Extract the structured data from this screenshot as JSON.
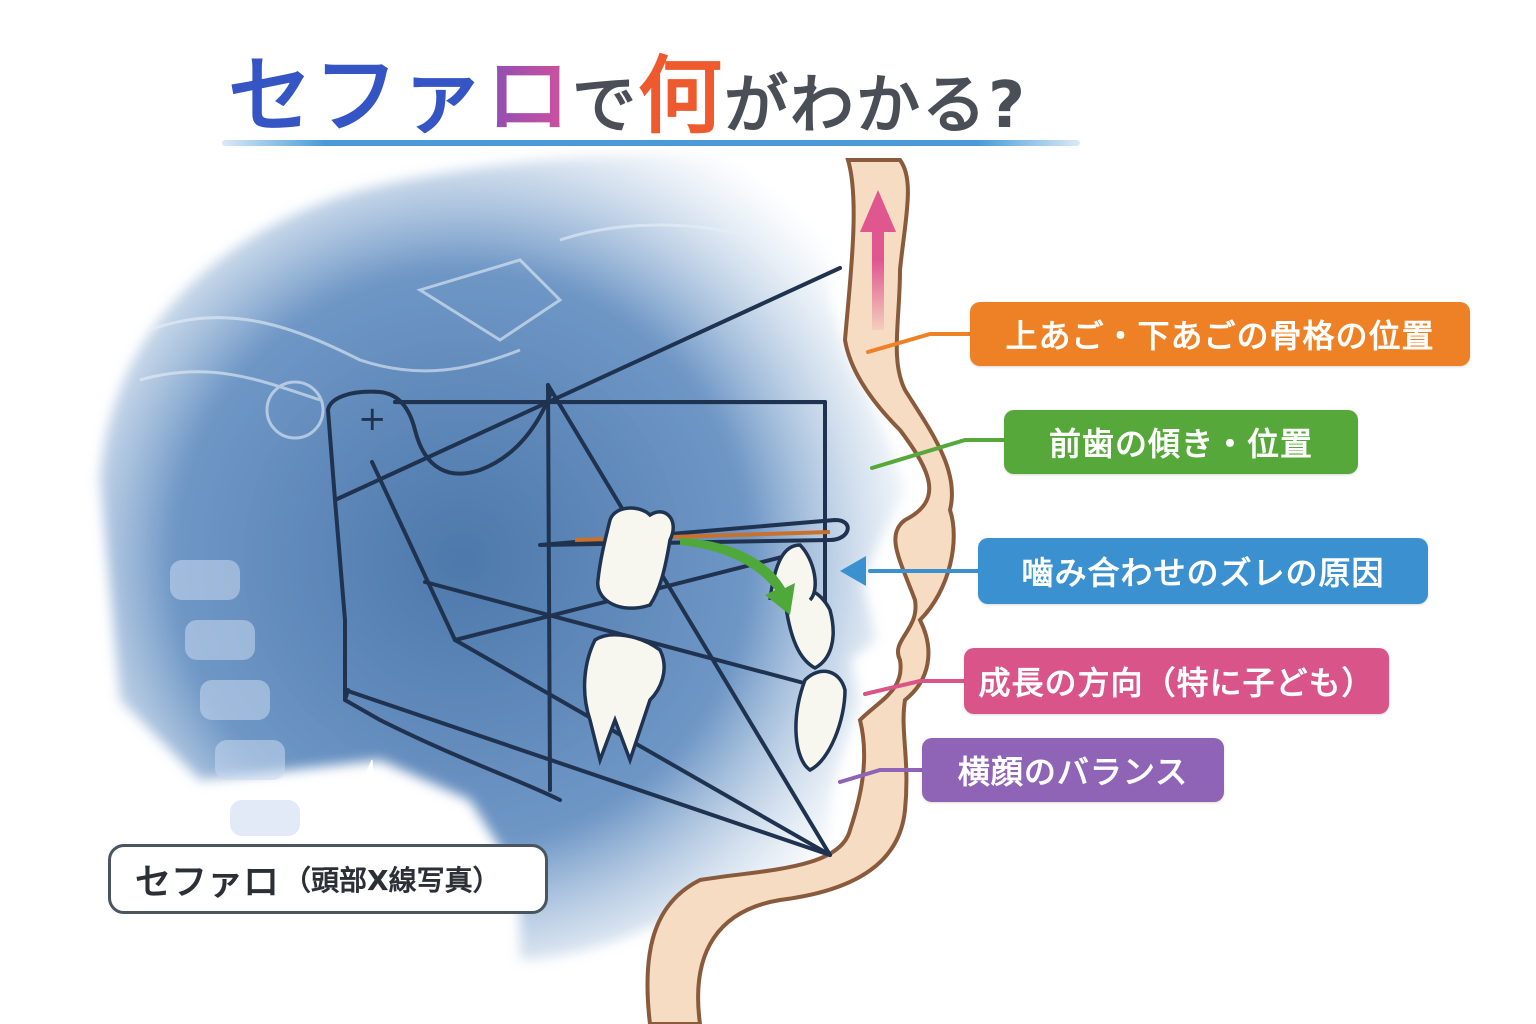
{
  "title": {
    "parts": [
      {
        "text": "セファ",
        "color": "#3555c4"
      },
      {
        "text": "ロ",
        "color": "gradient #8a4fb5→#d6509c"
      },
      {
        "text": "で",
        "color": "#4a4f57"
      },
      {
        "text": "何",
        "color": "#ee5a2e"
      },
      {
        "text": "がわかる?",
        "color": "#4a4f57"
      }
    ],
    "full": "セファロで何がわかる?",
    "underline_color": "#4a9ad8"
  },
  "callouts": [
    {
      "label": "上あご・下あごの骨格の位置",
      "color": "#ee8126"
    },
    {
      "label": "前歯の傾き・位置",
      "color": "#57a83a"
    },
    {
      "label": "嚙み合わせのズレの原因",
      "color": "#3b91d0"
    },
    {
      "label": "成長の方向（特に子ども）",
      "color": "#d95489"
    },
    {
      "label": "横顔のバランス",
      "color": "#8f63b6"
    }
  ],
  "ceph_label": {
    "main": "セファロ",
    "sub": "（頭部X線写真）"
  },
  "illustration": {
    "xray_color": "#5b86b8",
    "tracing_line_color": "#1f3350",
    "skin_color": "#f6dcc2",
    "profile_outline_color": "#8a5a3c",
    "growth_arrow_color": "#e0568f",
    "occlusal_line_color": "#c8702c",
    "tooth_movement_arrow_color": "#4fa83a",
    "landmark_symbol": "+"
  }
}
